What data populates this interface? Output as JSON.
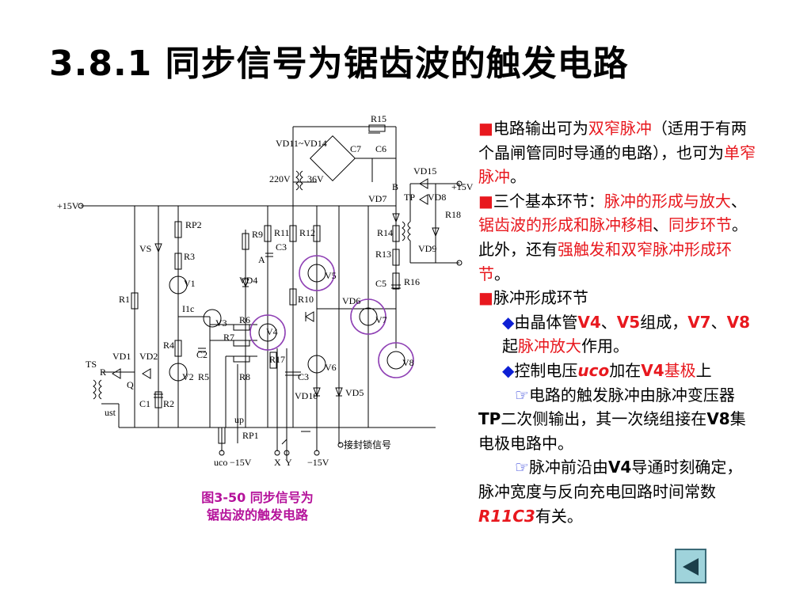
{
  "title": "3.8.1 同步信号为锯齿波的触发电路",
  "caption": {
    "line1": "图3-50  同步信号为",
    "line2": "锯齿波的触发电路"
  },
  "figure_labels": {
    "vd11_14": "VD11~VD14",
    "r15": "R15",
    "c7": "C7",
    "c6": "C6",
    "v220": "220V",
    "v36": "36V",
    "vd15": "VD15",
    "plus15_r": "+15V",
    "vd7": "VD7",
    "tp": "TP",
    "vd8": "VD8",
    "r18": "R18",
    "b": "B",
    "plus15_l": "+15V",
    "rp2": "RP2",
    "vs": "VS",
    "r3": "R3",
    "r9": "R9",
    "r11": "R11",
    "r12": "R12",
    "r14": "R14",
    "r13": "R13",
    "vd9": "VD9",
    "a": "A",
    "c3": "C3",
    "vd4": "VD4",
    "v5": "V5",
    "c5": "C5",
    "r16": "R16",
    "v1": "V1",
    "ic": "I1c",
    "r1": "R1",
    "r10": "R10",
    "vd6": "VD6",
    "v7": "V7",
    "v3": "V3",
    "r6": "R6",
    "v4": "V4",
    "r7": "R7",
    "r4": "R4",
    "c2": "C2",
    "r17": "R17",
    "v8": "V8",
    "vd1": "VD1",
    "vd2": "VD2",
    "ts": "TS",
    "r": "R",
    "q": "Q",
    "v2": "V2",
    "r5": "R5",
    "r8": "R8",
    "v6": "V6",
    "c3b": "C3",
    "ust": "ust",
    "c1": "C1",
    "r2": "R2",
    "vd10": "VD10",
    "vd5": "VD5",
    "up": "up",
    "rp1": "RP1",
    "lock": "接封锁信号",
    "uco": "uco",
    "m15a": "−15V",
    "x": "X",
    "y": "Y",
    "m15b": "−15V"
  },
  "text": {
    "p1": {
      "a": "电路输出可为",
      "b": "双窄脉冲",
      "c": "（适用于有两个晶闸管同时导通的电路），也可为",
      "d": "单窄脉冲",
      "e": "。"
    },
    "p2": {
      "a": "三个基本环节：",
      "b": "脉冲的形成与放大",
      "c": "、",
      "d": "锯齿波的形成和脉冲移相",
      "e": "、",
      "f": "同步环节",
      "g": "。此外，还有",
      "h": "强触发和双窄脉冲形成环节",
      "i": "。"
    },
    "p3": {
      "a": "脉冲形成环节"
    },
    "p4": {
      "a": "由晶体管",
      "b": "V4",
      "c": "、",
      "d": "V5",
      "e": "组成，",
      "f": "V7",
      "g": "、",
      "h": "V8",
      "i": "起",
      "j": "脉冲放大",
      "k": "作用。"
    },
    "p5": {
      "a": "控制电压",
      "b": "uco",
      "c": "加在",
      "d": "V4",
      "e": "基极",
      "f": "上"
    },
    "p6": {
      "a": "电路的触发脉冲由脉冲变压器",
      "b": "TP",
      "c": "二次侧输出，其一次绕组接在",
      "d": "V8",
      "e": "集电极电路中。"
    },
    "p7": {
      "a": "脉冲前沿由",
      "b": "V4",
      "c": "导通时刻确定，脉冲宽度与反向充电回路时间常数",
      "d": "R11C3",
      "e": "有关。"
    }
  },
  "colors": {
    "red": "#e8181e",
    "blue": "#0d1fd4",
    "caption": "#b5139b",
    "nav_bg": "#9fd3db"
  },
  "icons": {
    "bullet_square": "red-square-icon",
    "bullet_diamond": "blue-diamond-icon",
    "bullet_hand": "pointing-hand-icon",
    "nav": "back-triangle-icon"
  }
}
